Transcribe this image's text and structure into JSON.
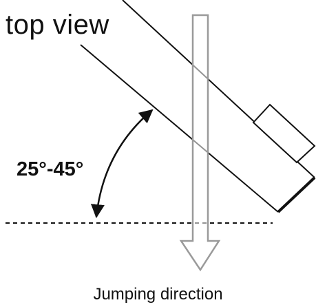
{
  "view_label": "top view",
  "angle_label": "25°-45°",
  "direction_label": "Jumping direction",
  "colors": {
    "stroke": "#111111",
    "arrow_outline": "#9a9a9a",
    "background": "#ffffff"
  }
}
